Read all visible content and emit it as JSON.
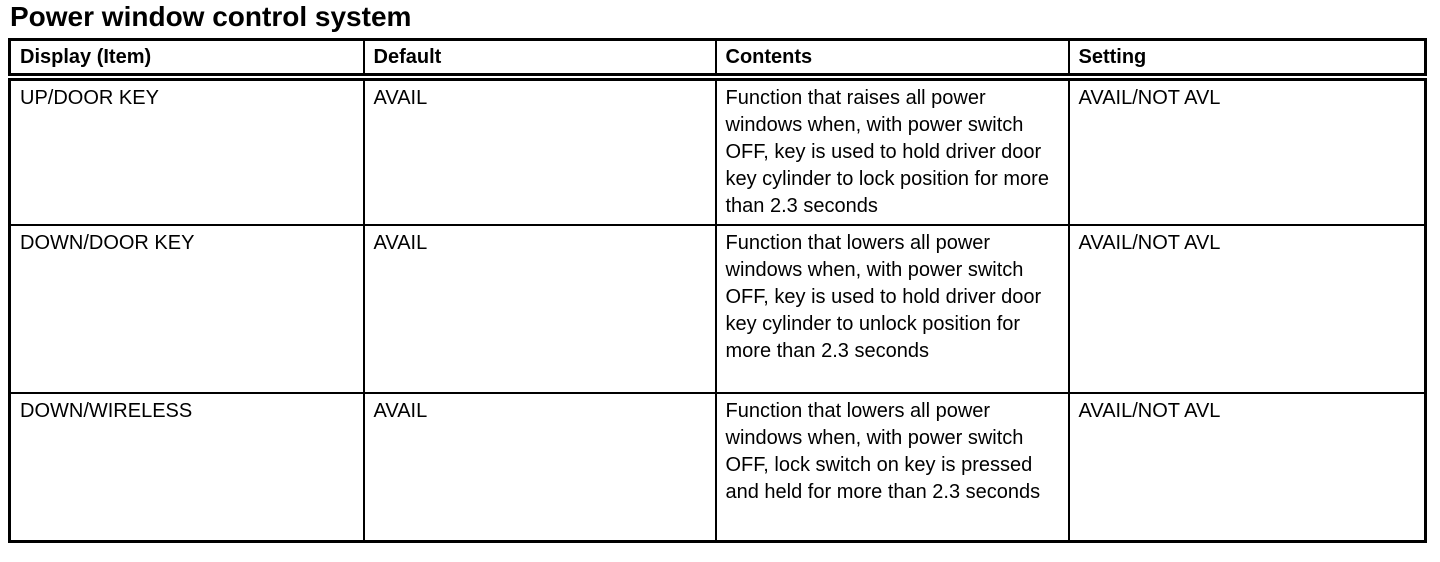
{
  "page_title": "Power window control system",
  "table": {
    "columns": [
      "Display (Item)",
      "Default",
      "Contents",
      "Setting"
    ],
    "rows": [
      {
        "display": "UP/DOOR KEY",
        "default": "AVAIL",
        "contents": "Function that raises all power windows when, with power switch OFF, key is used to hold driver door key cylinder to lock position for more than 2.3 seconds",
        "setting": "AVAIL/NOT AVL"
      },
      {
        "display": "DOWN/DOOR KEY",
        "default": "AVAIL",
        "contents": "Function that lowers all power windows when, with power switch OFF, key is used to hold driver door key cylinder to unlock position for more than 2.3 seconds",
        "setting": "AVAIL/NOT AVL"
      },
      {
        "display": "DOWN/WIRELESS",
        "default": "AVAIL",
        "contents": "Function that lowers all power windows when, with power switch OFF, lock switch on key is pressed and held for more than 2.3 seconds",
        "setting": "AVAIL/NOT AVL"
      }
    ]
  },
  "colors": {
    "background": "#ffffff",
    "text": "#000000",
    "border": "#000000"
  }
}
